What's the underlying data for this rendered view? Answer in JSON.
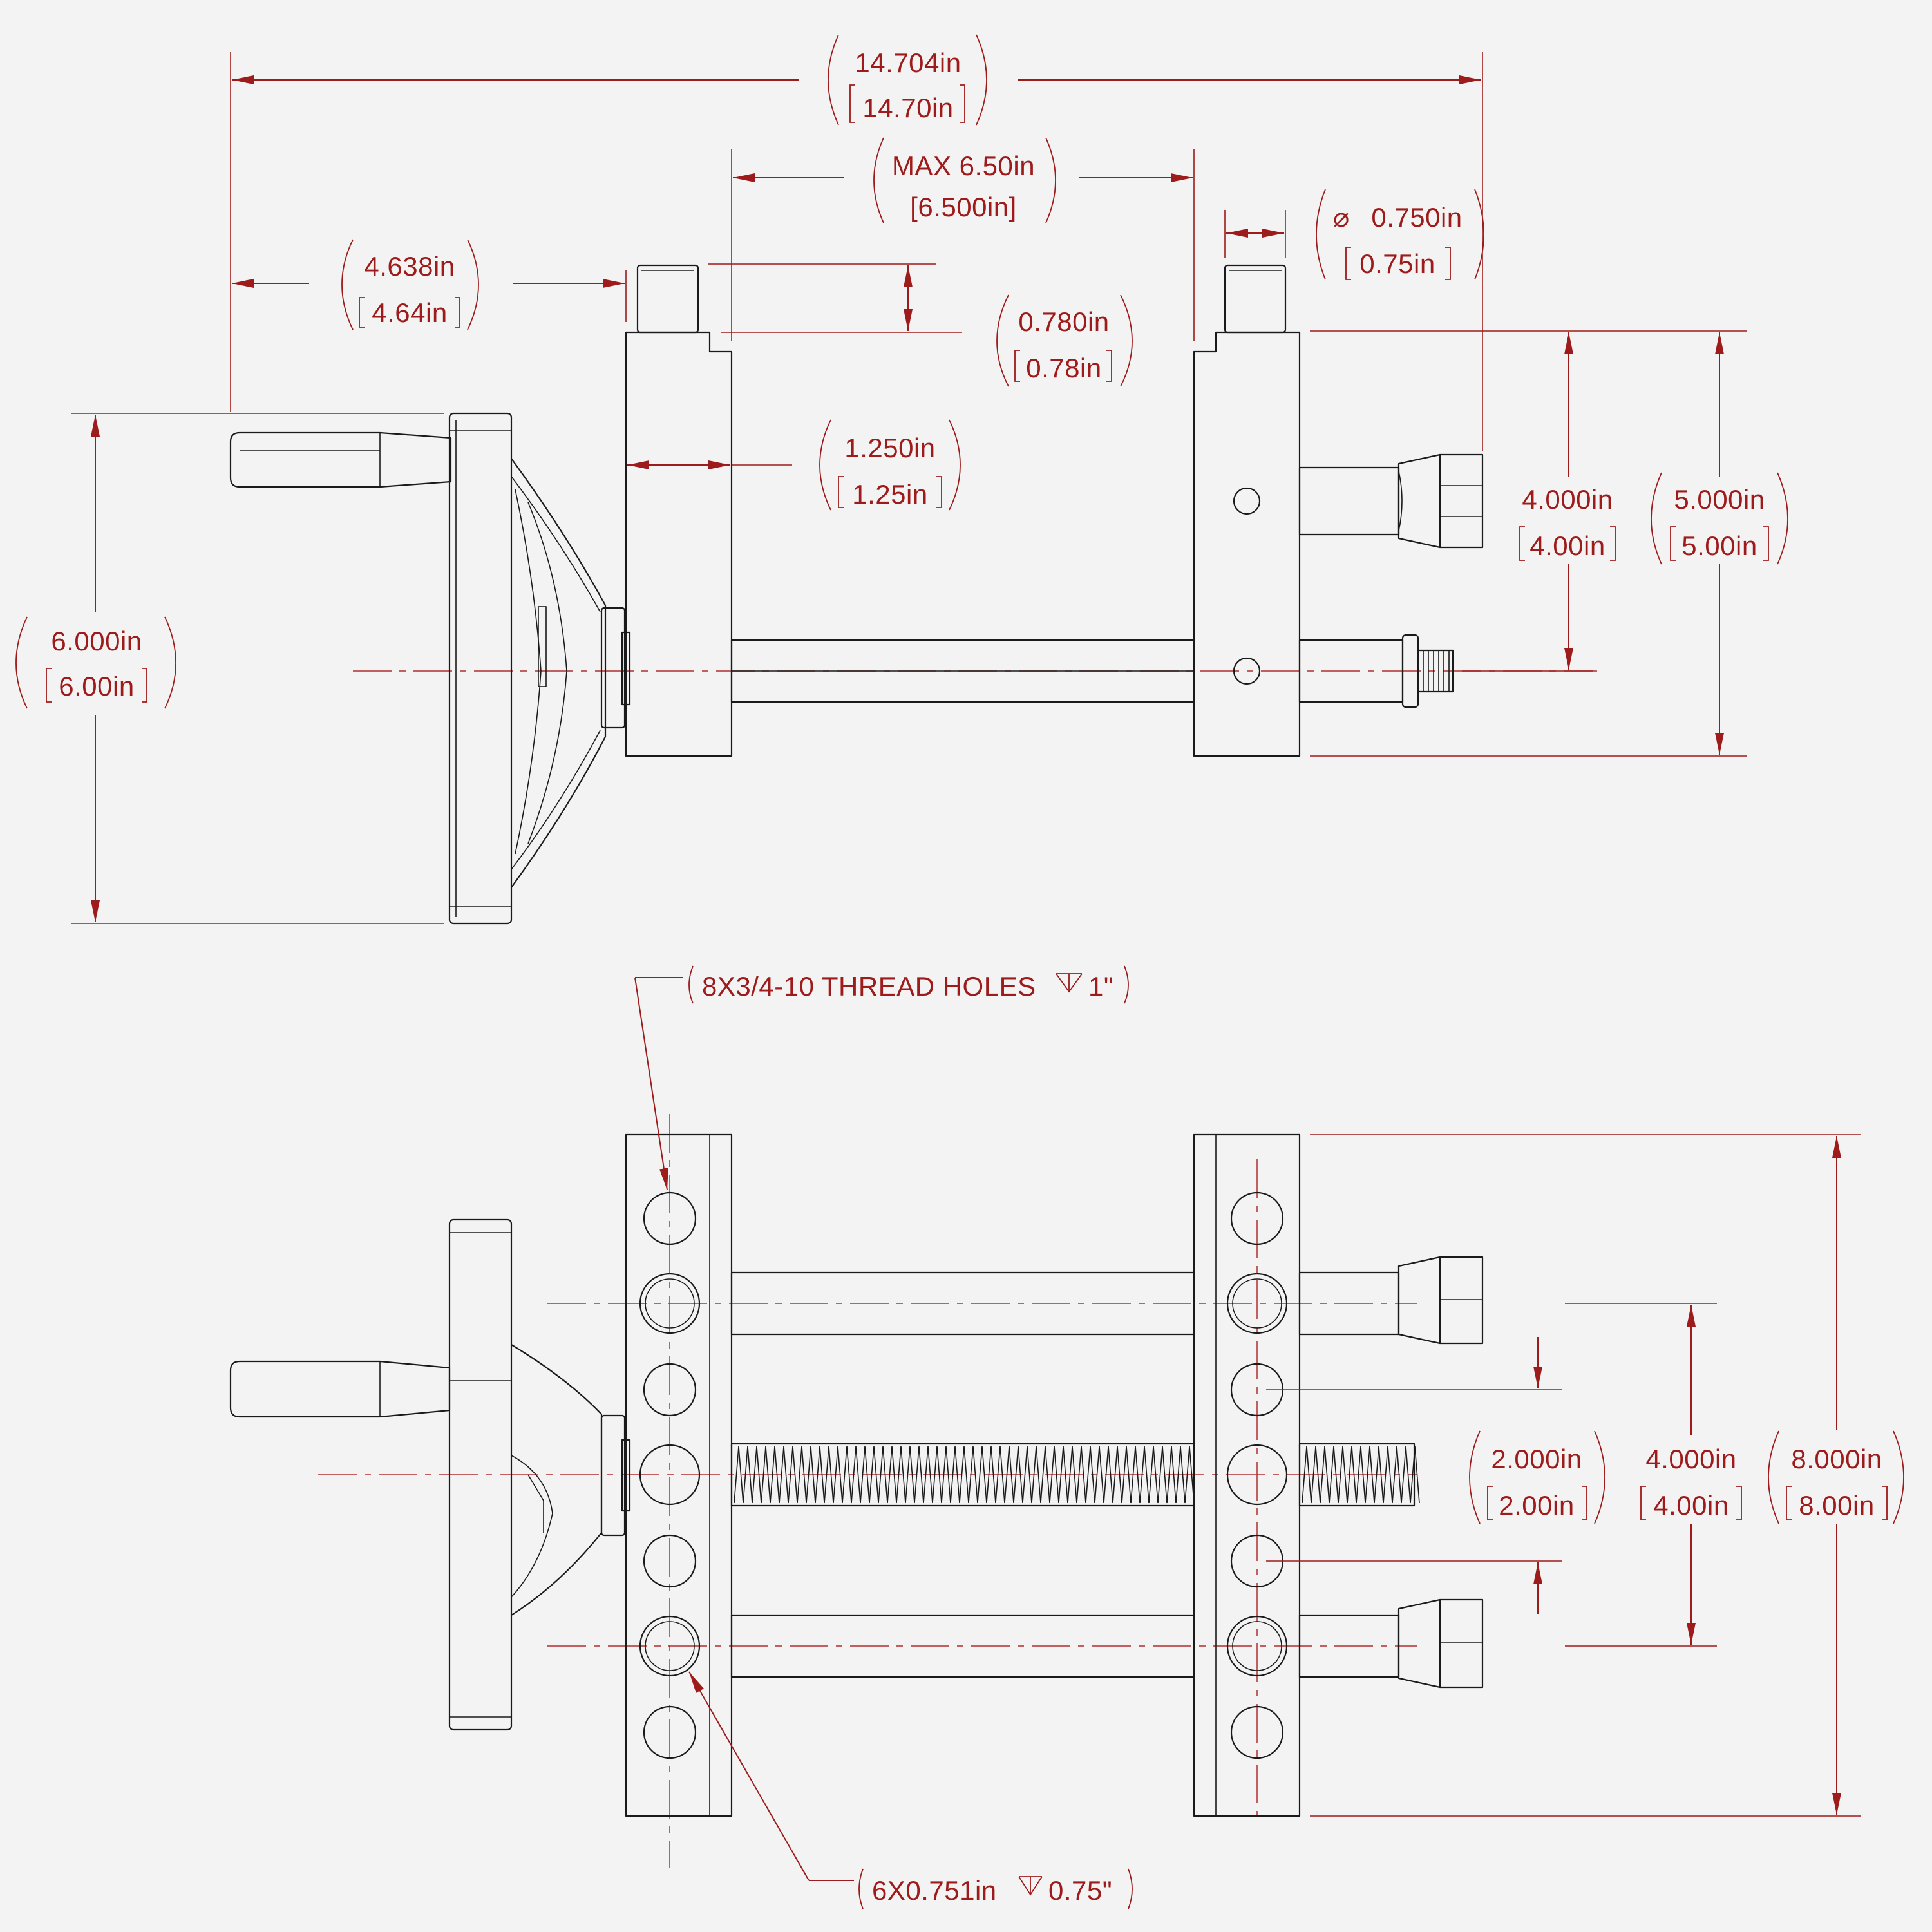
{
  "colors": {
    "dimension": "#9e1b1b",
    "part": "#1a1a1a",
    "background": "#f3f3f3"
  },
  "top_view": {
    "overall_length": {
      "primary": "14.704in",
      "secondary": "14.70in"
    },
    "max_opening": {
      "primary": "MAX 6.50in",
      "secondary": "[6.500in]"
    },
    "pin_diameter": {
      "symbol": "⌀",
      "primary": "0.750in",
      "secondary": "0.75in"
    },
    "handle_to_jaw": {
      "primary": "4.638in",
      "secondary": "4.64in"
    },
    "pin_height": {
      "primary": "0.780in",
      "secondary": "0.78in"
    },
    "jaw_thickness": {
      "primary": "1.250in",
      "secondary": "1.25in"
    },
    "handwheel_diameter": {
      "primary": "6.000in",
      "secondary": "6.00in"
    },
    "rod_spacing": {
      "primary": "4.000in",
      "secondary": "4.00in"
    },
    "jaw_height": {
      "primary": "5.000in",
      "secondary": "5.00in"
    }
  },
  "front_view": {
    "thread_holes_callout": "8X3/4-10 THREAD HOLES",
    "thread_holes_depth": "1\"",
    "bore_callout": "6X0.751in",
    "bore_depth": "0.75\"",
    "hole_spacing": {
      "primary": "2.000in",
      "secondary": "2.00in"
    },
    "guide_rod_spacing": {
      "primary": "4.000in",
      "secondary": "4.00in"
    },
    "jaw_width": {
      "primary": "8.000in",
      "secondary": "8.00in"
    }
  }
}
